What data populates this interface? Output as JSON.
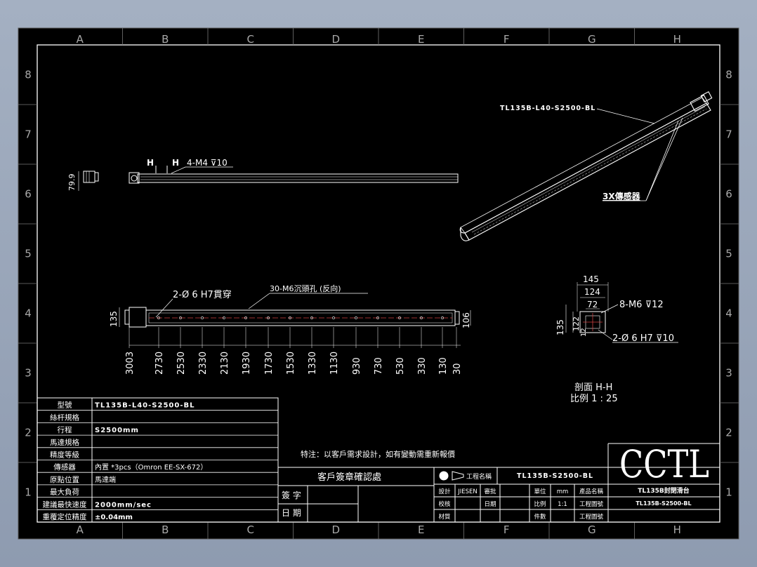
{
  "colors": {
    "background": "#000000",
    "lines": "#ffffff",
    "grid": "#9a9a9a",
    "section_marker": "#d04040",
    "outer_frame": "#8f9bb0"
  },
  "grid": {
    "columns": [
      "A",
      "B",
      "C",
      "D",
      "E",
      "F",
      "G",
      "H"
    ],
    "rows": [
      "8",
      "7",
      "6",
      "5",
      "4",
      "3",
      "2",
      "1"
    ]
  },
  "views": {
    "iso_label": "TL135B-L40-S2500-BL",
    "sensor_label": "3X傳感器",
    "side": {
      "h_left": "H",
      "h_right": "H",
      "holes_label": "4-M4 ⊽10",
      "end_height": "79.9"
    },
    "top": {
      "pin_label": "2-Ø 6  H7貫穿",
      "csk_label": "30-M6沉頭孔 (反向)",
      "height_left": "135",
      "height_right": "106",
      "positions": [
        "3003",
        "2730",
        "2530",
        "2330",
        "2130",
        "1930",
        "1730",
        "1530",
        "1330",
        "1130",
        "930",
        "730",
        "530",
        "330",
        "130",
        "30"
      ]
    },
    "section": {
      "d145": "145",
      "d124": "124",
      "d72": "72",
      "d135": "135",
      "d122": "122",
      "d12": "12",
      "holes_label": "8-M6 ⊽12",
      "pins_label": "2-Ø 6  H7 ⊽10",
      "name": "剖面  H-H",
      "scale": "比例  1 : 25"
    }
  },
  "spec_table": {
    "rows": [
      {
        "label": "型號",
        "value": "TL135B-L40-S2500-BL"
      },
      {
        "label": "絲杆規格",
        "value": ""
      },
      {
        "label": "行程",
        "value": "S2500mm"
      },
      {
        "label": "馬達規格",
        "value": ""
      },
      {
        "label": "精度等級",
        "value": ""
      },
      {
        "label": "傳感器",
        "value": "內置 *3pcs（Omron EE-SX-672）"
      },
      {
        "label": "原點位置",
        "value": "馬達端"
      },
      {
        "label": "最大負荷",
        "value": ""
      },
      {
        "label": "建議最快速度",
        "value": "2000mm/sec"
      },
      {
        "label": "重覆定位精度",
        "value": "±0.04mm"
      }
    ]
  },
  "note": "特注：以客戶需求設計，如有變動需重新報價",
  "confirm": {
    "title": "客戶簽章確認處",
    "sign_label": "簽 字",
    "date_label": "日 期"
  },
  "title_block": {
    "drawing_no_label": "工程名稱",
    "drawing_no": "TL135B-S2500-BL",
    "r1": [
      "設計",
      "JIESEN",
      "審批",
      "",
      "單位",
      "mm",
      "產品名稱"
    ],
    "r2": [
      "校核",
      "",
      "日期",
      "",
      "比例",
      "1:1",
      "工程圖號"
    ],
    "r3": [
      "材質",
      "",
      "",
      "",
      "件數",
      "",
      "工程圖號"
    ],
    "logo": "CCTL",
    "product_name": "TL135B封閉滑台",
    "part_no": "TL135B-S2500-BL"
  }
}
